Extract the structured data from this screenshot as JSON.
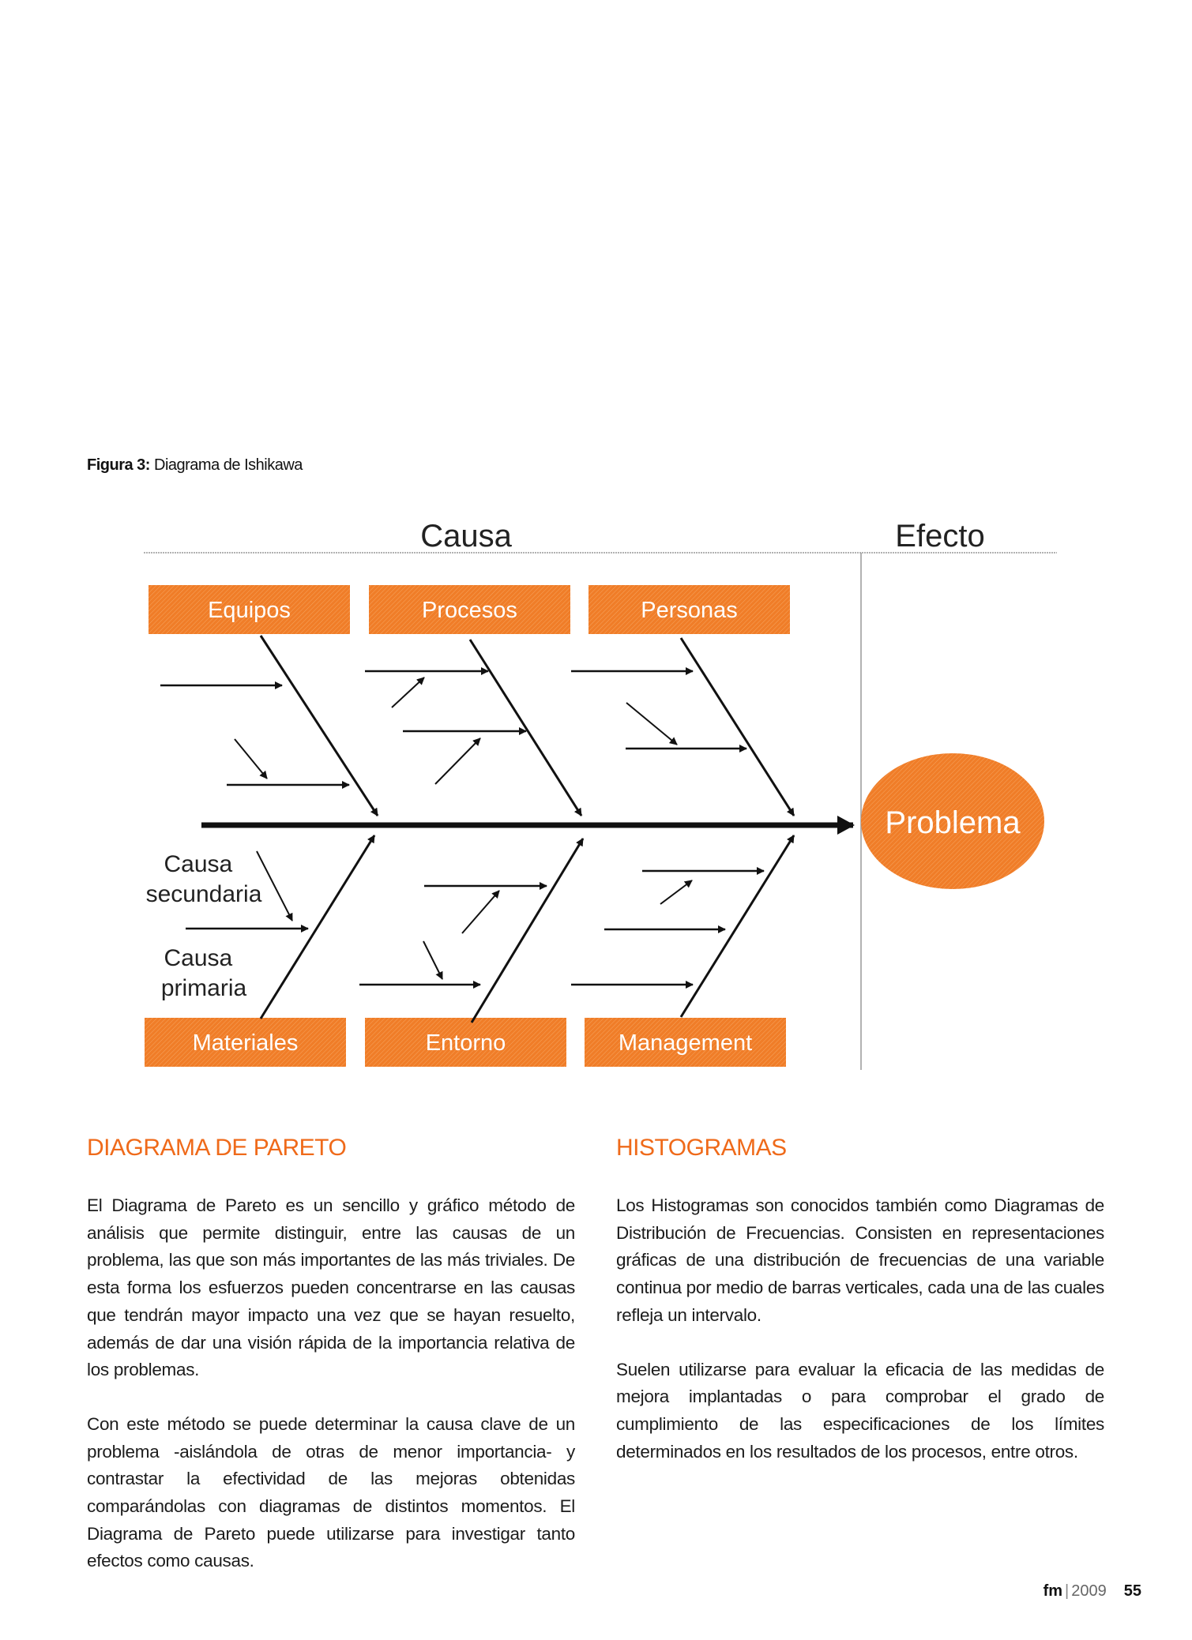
{
  "figure": {
    "label": "Figura 3:",
    "title": "Diagrama de Ishikawa"
  },
  "diagram": {
    "cause_header": "Causa",
    "effect_header": "Efecto",
    "effect": "Problema",
    "top_categories": [
      "Equipos",
      "Procesos",
      "Personas"
    ],
    "bottom_categories": [
      "Materiales",
      "Entorno",
      "Management"
    ],
    "label_secondary": [
      "Causa",
      "secundaria"
    ],
    "label_primary": [
      "Causa",
      "primaria"
    ],
    "colors": {
      "orange": "#f07d28",
      "line": "#111111",
      "rule": "#999999"
    }
  },
  "sections": [
    {
      "title": "DIAGRAMA DE PARETO",
      "paragraphs": [
        "El Diagrama de Pareto es un sencillo y gráfico método de análisis que permite distinguir, entre las causas de un problema, las que son más importantes de las más triviales. De esta forma los esfuerzos pueden concentrarse en las causas que tendrán mayor impacto una vez que se hayan resuelto, además de dar una visión rápida de la importancia relativa de los problemas.",
        "Con este método se puede determinar la causa clave de un problema -aislándola de otras de menor importancia- y contrastar la efectividad de las mejoras obtenidas comparándolas con diagramas de distintos momentos. El Diagrama de Pareto puede utilizarse para investigar tanto efectos como causas."
      ]
    },
    {
      "title": "HISTOGRAMAS",
      "paragraphs": [
        "Los Histogramas son conocidos también como Diagramas de Distribución de Frecuencias. Consisten en representaciones gráficas de una distribución de frecuencias de una variable continua por medio de barras verticales, cada una de las cuales refleja un intervalo.",
        "Suelen utilizarse para evaluar la eficacia de las medidas de mejora implantadas o para comprobar el grado de cumplimiento de las especificaciones de los límites determinados en los resultados de los procesos, entre otros."
      ]
    }
  ],
  "footer": {
    "brand": "fm",
    "separator": "|",
    "year": "2009",
    "page": "55"
  }
}
